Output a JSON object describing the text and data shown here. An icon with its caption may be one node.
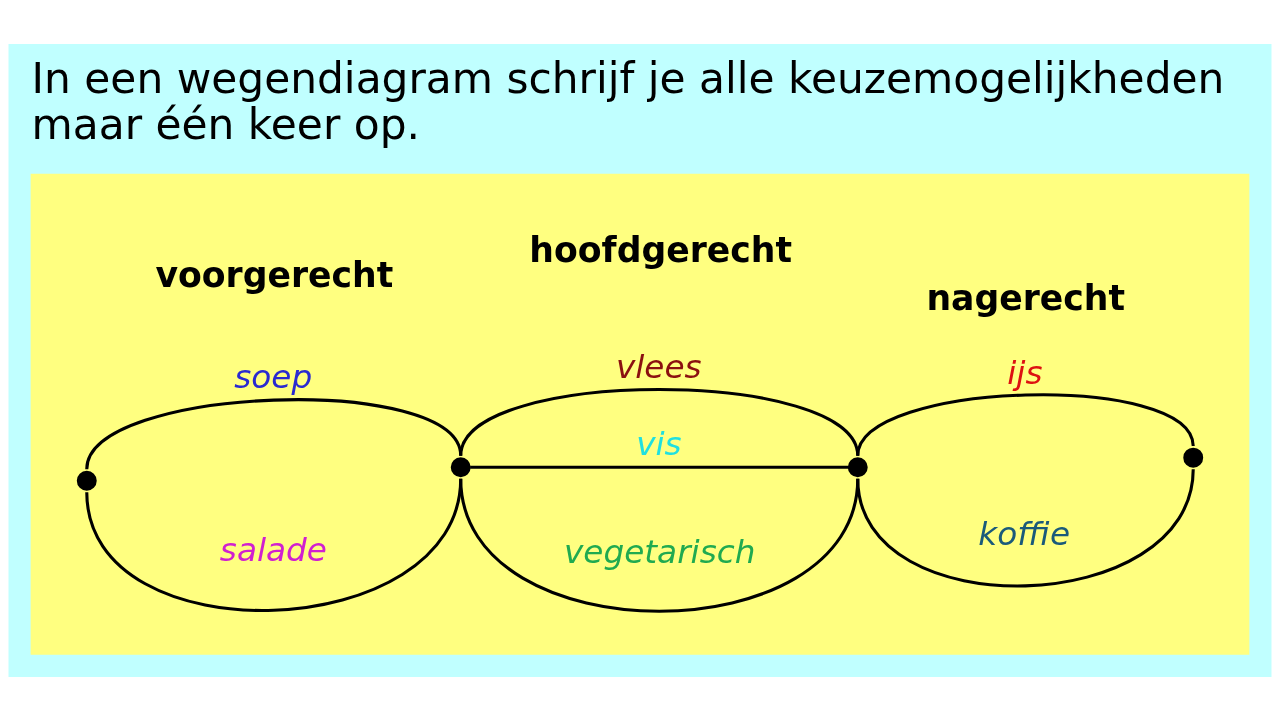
{
  "diagram": {
    "title": "In een wegendiagram schrijf je alle keuzemogelijkheden maar één keer op.",
    "nodes": [
      {
        "text": [],
        "shape": "box"
      },
      {
        "text": [],
        "shape": "circle",
        "in": 0
      },
      {
        "text": [],
        "shape": "circle",
        "in": 0
      },
      {
        "text": [],
        "shape": "circle",
        "in": 0
      },
      {
        "text": [],
        "shape": "circle",
        "in": 0
      }
    ],
    "edges": [
      {
        "from": 1,
        "to": 2,
        "arrow": "none",
        "label": "soep"
      },
      {
        "from": 1,
        "to": 2,
        "arrow": "none",
        "label": "salade"
      },
      {
        "from": 2,
        "to": 3,
        "arrow": "none",
        "label": "vlees"
      },
      {
        "from": 2,
        "to": 3,
        "arrow": "none",
        "label": "vis"
      },
      {
        "from": 2,
        "to": 3,
        "arrow": "none",
        "label": "vegetarisch"
      },
      {
        "from": 3,
        "to": 4,
        "arrow": "none",
        "label": "ijs"
      },
      {
        "from": 3,
        "to": 4,
        "arrow": "none",
        "label": "koffie"
      }
    ],
    "labels": [
      "voorgerecht",
      "hoofdgerecht",
      "nagerecht"
    ]
  }
}
